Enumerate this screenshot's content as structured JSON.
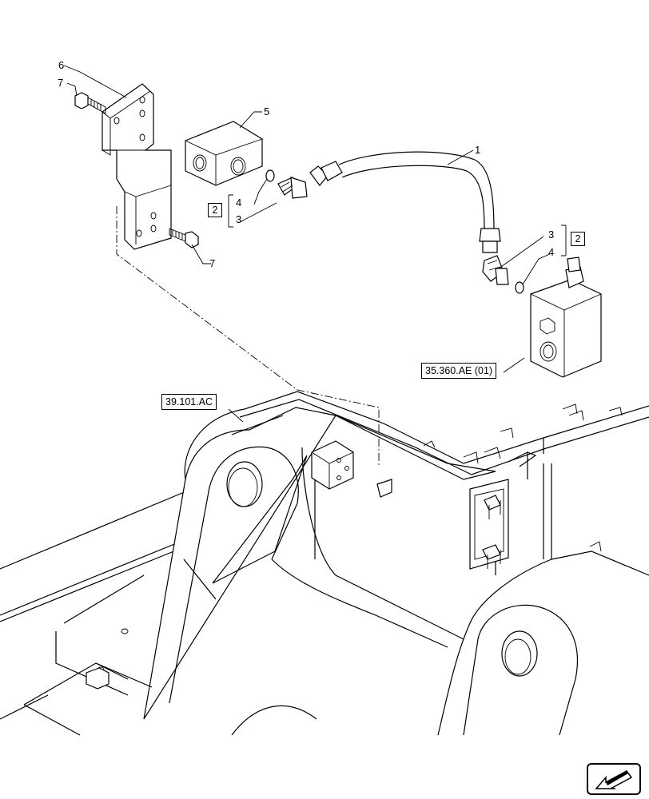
{
  "callouts": {
    "hose": "1",
    "kit_upper": "2",
    "kit_lower": "2",
    "fitting_upper": "3",
    "fitting_lower": "3",
    "oring_upper": "4",
    "oring_lower": "4",
    "block": "5",
    "bracket": "6",
    "bolt_upper": "7",
    "bolt_lower": "7"
  },
  "references": {
    "valve_ref": "35.360.AE (01)",
    "frame_ref": "39.101.AC"
  },
  "icons": {
    "navigation": "arrow-icon"
  }
}
